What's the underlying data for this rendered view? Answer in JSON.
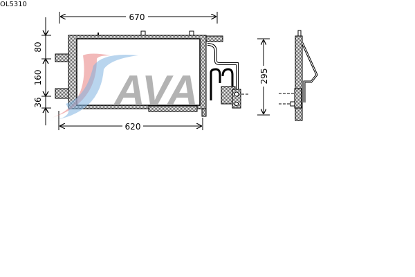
{
  "part_code": "OL5310",
  "dimensions": {
    "overall_width": "670",
    "core_width": "620",
    "height": "295",
    "left_segment_top": "80",
    "left_segment_middle": "160",
    "left_segment_bottom": "36"
  },
  "watermark": {
    "text": "AVA",
    "colors": {
      "red": "#e88080",
      "blue": "#7fb2e0",
      "gray": "#b4b4b4"
    }
  }
}
